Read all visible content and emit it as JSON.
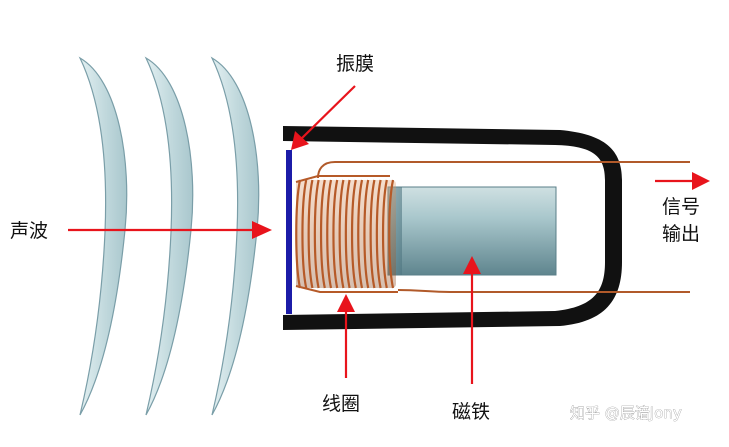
{
  "labels": {
    "diaphragm": "振膜",
    "sound_wave": "声波",
    "signal_line1": "信号",
    "signal_line2": "输出",
    "coil": "线圈",
    "magnet": "磁铁"
  },
  "watermark": "知乎 @辰谙Jony",
  "colors": {
    "arrow": "#e8141c",
    "wave_fill": "#cfe3e6",
    "wave_stroke": "#7a9ea8",
    "housing": "#111111",
    "diaphragm": "#1c1ca8",
    "coil": "#b65a28",
    "magnet": "#8fb3ba"
  }
}
